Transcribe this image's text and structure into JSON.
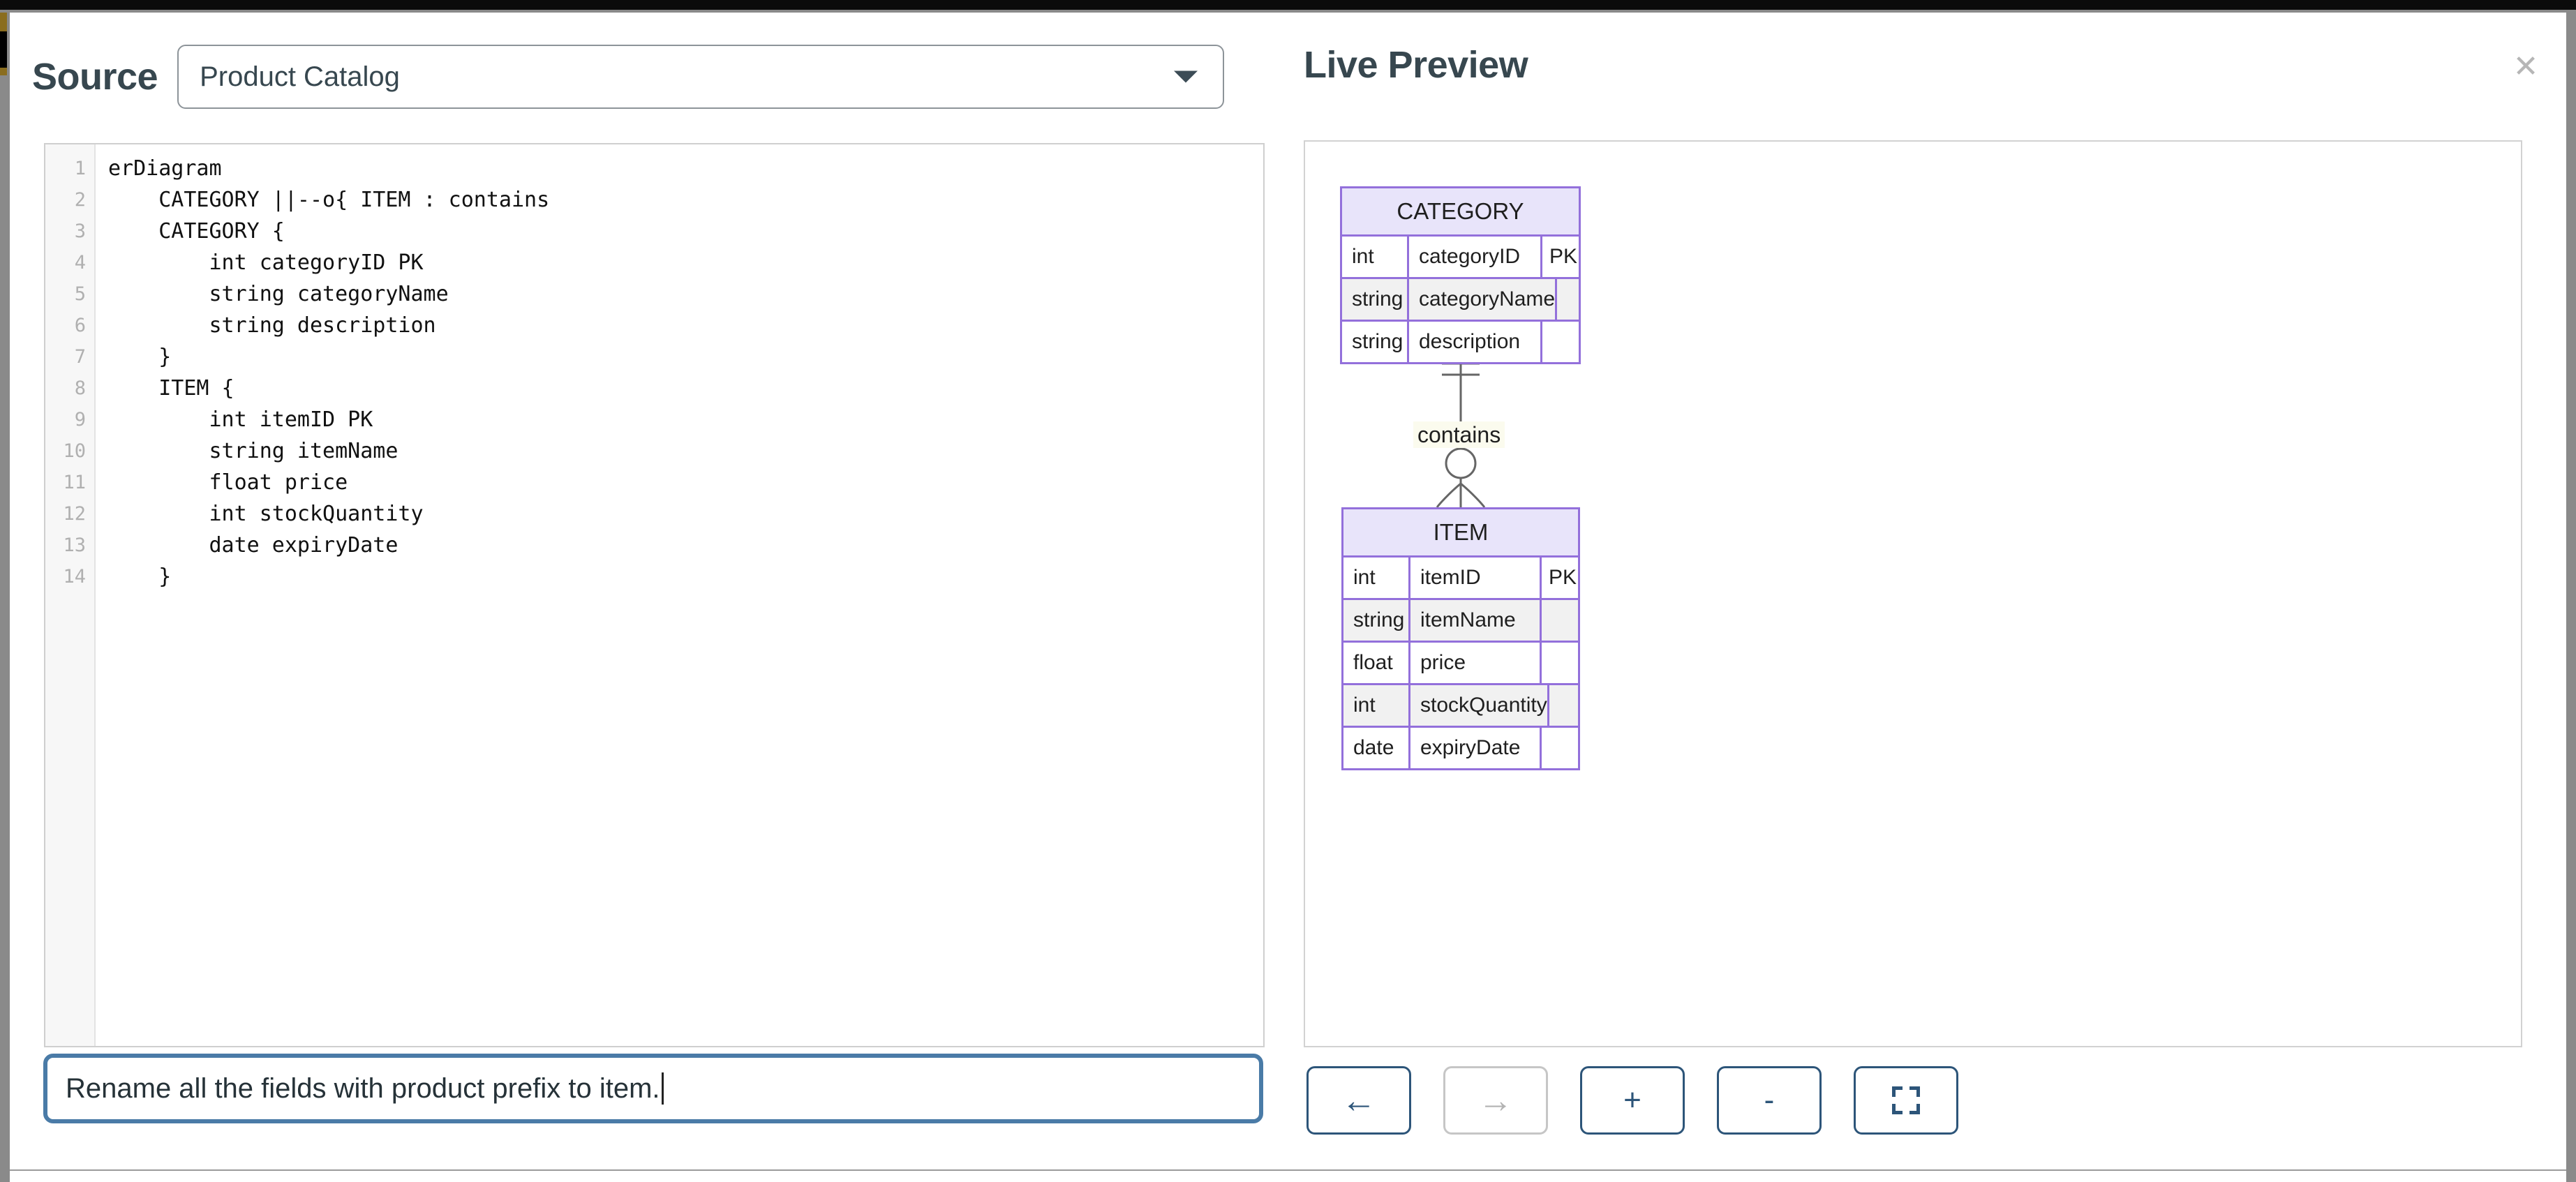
{
  "source_panel": {
    "title": "Source",
    "selected_diagram": "Product Catalog",
    "dropdown_icon": "chevron-down-icon",
    "code_lines": [
      {
        "n": "1",
        "text": "erDiagram"
      },
      {
        "n": "2",
        "text": "    CATEGORY ||--o{ ITEM : contains"
      },
      {
        "n": "3",
        "text": "    CATEGORY {"
      },
      {
        "n": "4",
        "text": "        int categoryID PK"
      },
      {
        "n": "5",
        "text": "        string categoryName"
      },
      {
        "n": "6",
        "text": "        string description"
      },
      {
        "n": "7",
        "text": "    }"
      },
      {
        "n": "8",
        "text": "    ITEM {"
      },
      {
        "n": "9",
        "text": "        int itemID PK"
      },
      {
        "n": "10",
        "text": "        string itemName"
      },
      {
        "n": "11",
        "text": "        float price"
      },
      {
        "n": "12",
        "text": "        int stockQuantity"
      },
      {
        "n": "13",
        "text": "        date expiryDate"
      },
      {
        "n": "14",
        "text": "    }"
      }
    ]
  },
  "prompt": {
    "value": "Rename all the fields with product prefix to item.",
    "placeholder": "Describe the change you want"
  },
  "preview_panel": {
    "title": "Live Preview",
    "close_icon": "close-icon"
  },
  "toolbar": {
    "buttons": [
      {
        "name": "undo-button",
        "icon": "arrow-left-icon",
        "glyph": "←",
        "disabled": false
      },
      {
        "name": "redo-button",
        "icon": "arrow-right-icon",
        "glyph": "→",
        "disabled": true
      },
      {
        "name": "zoom-in-button",
        "icon": "plus-icon",
        "glyph": "+",
        "disabled": false
      },
      {
        "name": "zoom-out-button",
        "icon": "minus-icon",
        "glyph": "-",
        "disabled": false
      },
      {
        "name": "fit-screen-button",
        "icon": "fit-screen-icon",
        "glyph": "",
        "disabled": false
      }
    ]
  },
  "diagram": {
    "type": "er-diagram",
    "relationship": {
      "label": "contains",
      "from": "CATEGORY",
      "to": "ITEM",
      "from_cardinality": "exactly-one",
      "to_cardinality": "zero-or-many",
      "notation": "||--o{"
    },
    "entities": [
      {
        "name": "CATEGORY",
        "attributes": [
          {
            "type": "int",
            "field": "categoryID",
            "key": "PK"
          },
          {
            "type": "string",
            "field": "categoryName",
            "key": ""
          },
          {
            "type": "string",
            "field": "description",
            "key": ""
          }
        ]
      },
      {
        "name": "ITEM",
        "attributes": [
          {
            "type": "int",
            "field": "itemID",
            "key": "PK"
          },
          {
            "type": "string",
            "field": "itemName",
            "key": ""
          },
          {
            "type": "float",
            "field": "price",
            "key": ""
          },
          {
            "type": "int",
            "field": "stockQuantity",
            "key": ""
          },
          {
            "type": "date",
            "field": "expiryDate",
            "key": ""
          }
        ]
      }
    ]
  },
  "colors": {
    "entity_border": "#9370db",
    "entity_header_bg": "#e8e4fa",
    "entity_alt_row_bg": "#f1f1f1",
    "heading": "#37474f",
    "toolbar_accent": "#2d5579",
    "input_focus": "#4a7ba7",
    "relation_line": "#666666",
    "relation_label_bg": "#fbfbee"
  }
}
